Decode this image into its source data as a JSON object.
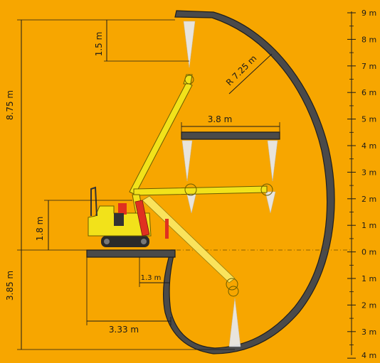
{
  "dimensions": {
    "height_above_floor": "8.75 m",
    "height_to_arch_top": "1.5 m",
    "arch_radius": "R 7.25 m",
    "horizontal_reach": "3.8 m",
    "machine_height": "1.8 m",
    "depth_below_floor": "3.85 m",
    "step_offset": "1.3 m",
    "forward_reach_below": "3.33 m"
  },
  "scale": {
    "labels": [
      "9 m",
      "8 m",
      "7 m",
      "6 m",
      "5 m",
      "4 m",
      "3 m",
      "2 m",
      "1 m",
      "0 m",
      "1 m",
      "2 m",
      "3 m",
      "4 m"
    ]
  },
  "colors": {
    "background": "#F7A600",
    "rock": "#4a4a4a",
    "boom": "#F2E21A",
    "machine_accent": "#E03020"
  }
}
